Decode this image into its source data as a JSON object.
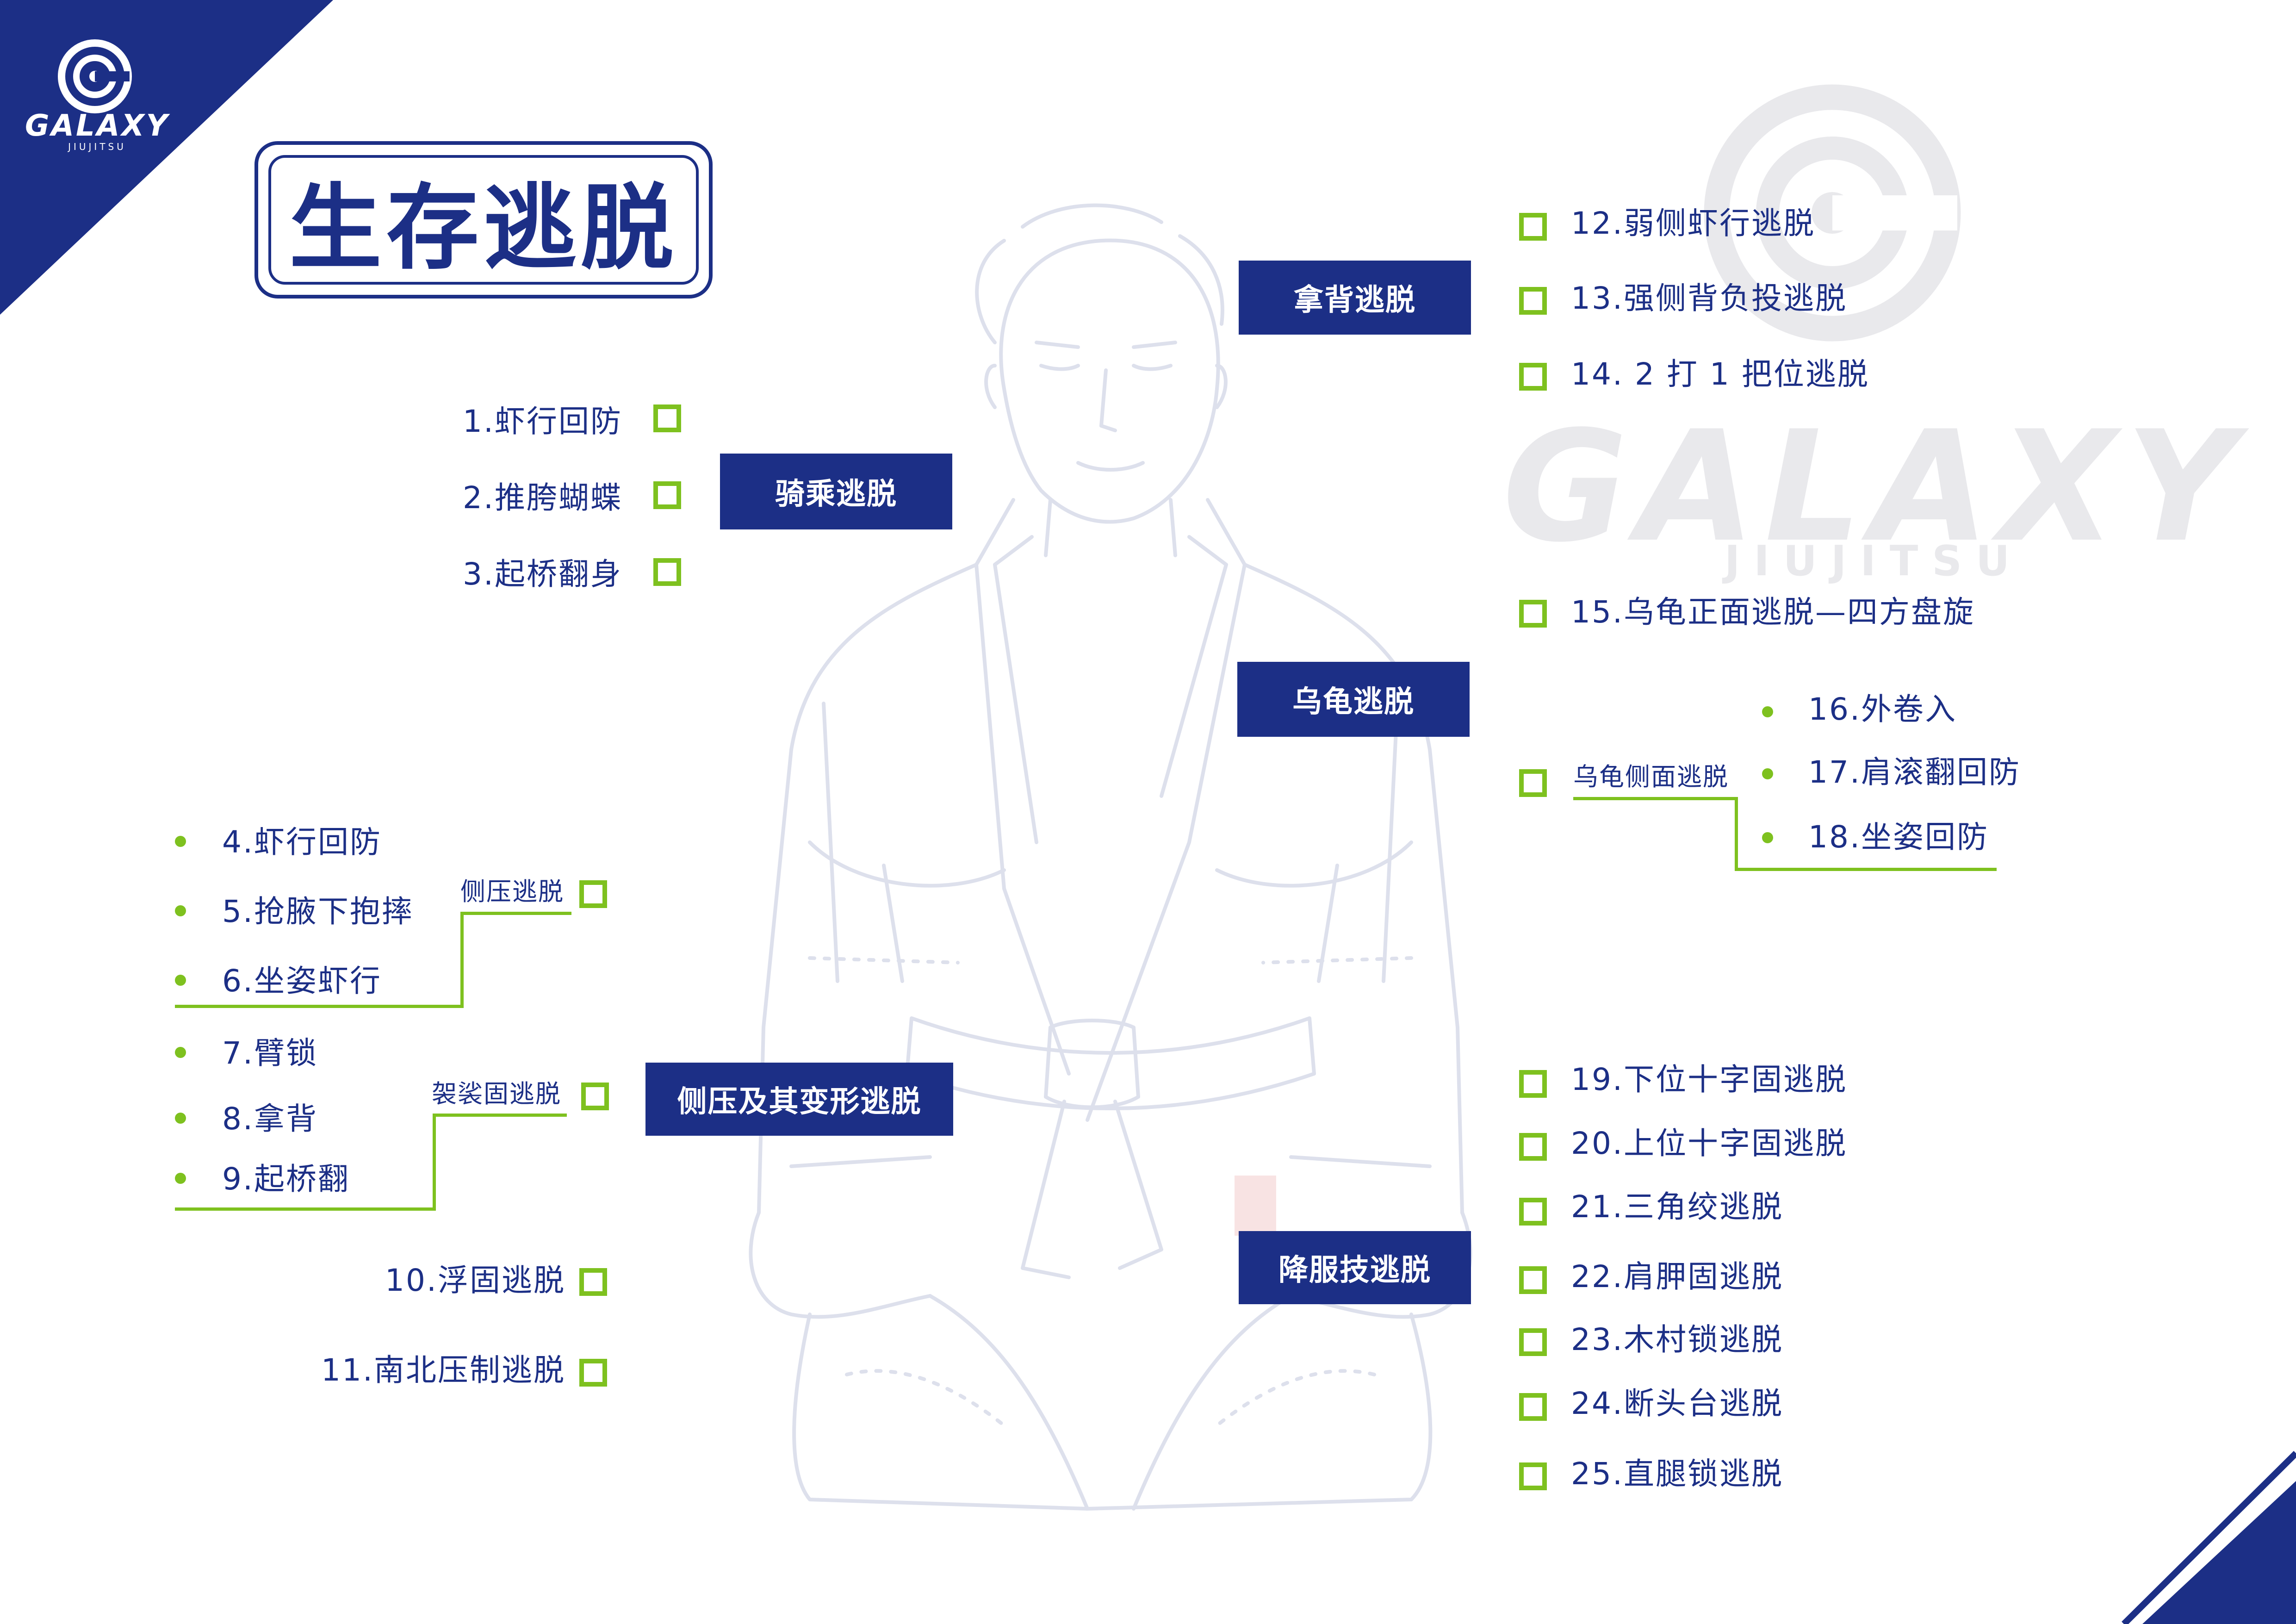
{
  "brand": {
    "logo_text": "GALAXY",
    "logo_subtext": "JIUJITSU",
    "navy": "#1c2f86",
    "green": "#7ec11f",
    "watermark": "#e9e9ec"
  },
  "title": "生存逃脱",
  "categories": {
    "mount": "骑乘逃脱",
    "back": "拿背逃脱",
    "turtle": "乌龟逃脱",
    "side": "侧压及其变形逃脱",
    "submission": "降服技逃脱"
  },
  "mount_items": [
    "1.虾行回防",
    "2.推胯蝴蝶",
    "3.起桥翻身"
  ],
  "side_groups": {
    "side_control_label": "侧压逃脱",
    "side_control_items": [
      "4.虾行回防",
      "5.抢腋下抱摔",
      "6.坐姿虾行"
    ],
    "kesa_label": "袈裟固逃脱",
    "kesa_items": [
      "7.臂锁",
      "8.拿背",
      "9.起桥翻"
    ],
    "other_items": [
      "10.浮固逃脱",
      "11.南北压制逃脱"
    ]
  },
  "back_items": [
    "12.弱侧虾行逃脱",
    "13.强侧背负投逃脱",
    "14. 2 打 1 把位逃脱"
  ],
  "turtle_groups": {
    "front_item": "15.乌龟正面逃脱—四方盘旋",
    "side_label": "乌龟侧面逃脱",
    "side_items": [
      "16.外卷入",
      "17.肩滚翻回防",
      "18.坐姿回防"
    ]
  },
  "submission_items": [
    "19.下位十字固逃脱",
    "20.上位十字固逃脱",
    "21.三角绞逃脱",
    "22.肩胛固逃脱",
    "23.木村锁逃脱",
    "24.断头台逃脱",
    "25.直腿锁逃脱"
  ],
  "icons": [
    "swirl-logo-icon",
    "checkbox-icon",
    "bullet-dot-icon",
    "grappler-illustration"
  ]
}
